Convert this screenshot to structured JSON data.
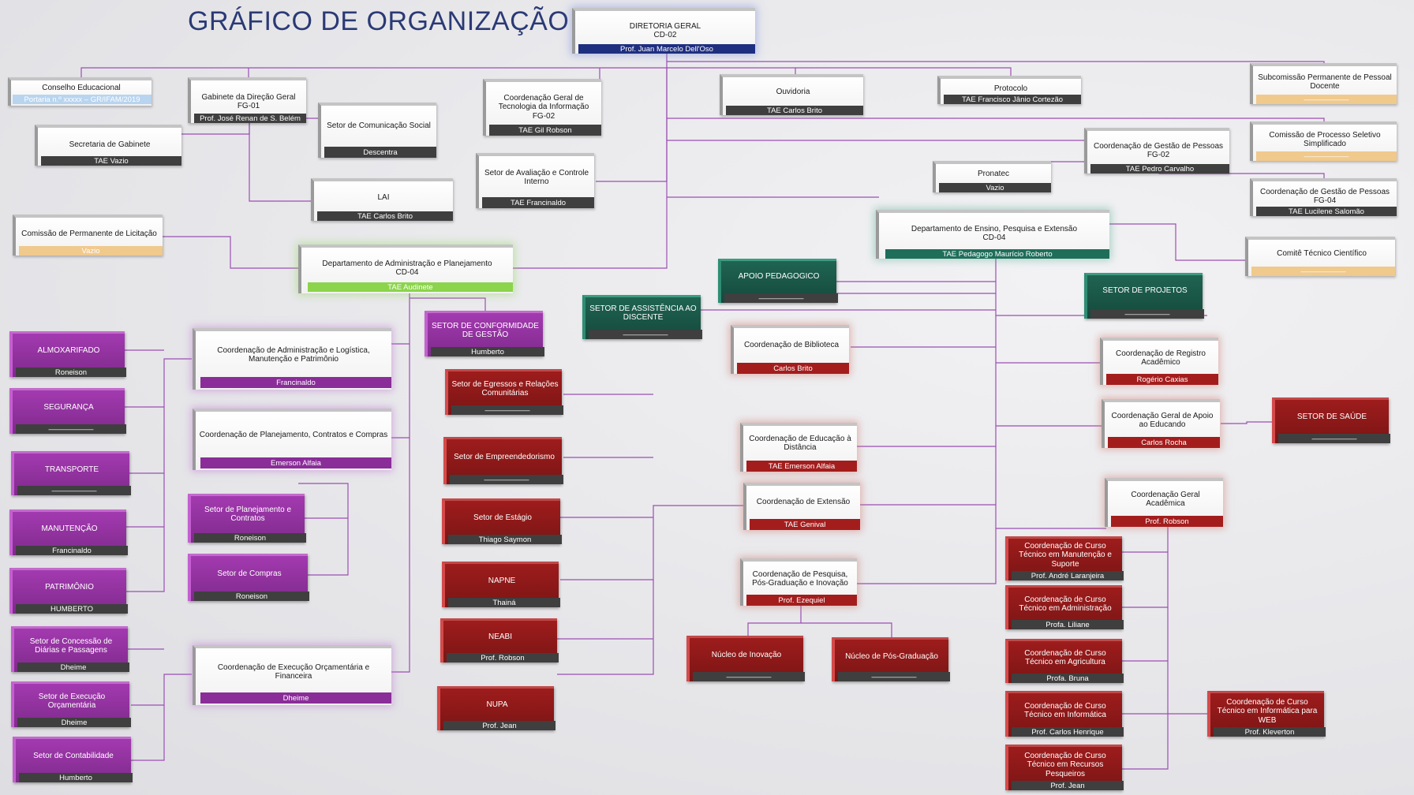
{
  "title": "GRÁFICO DE ORGANIZAÇÃO",
  "colors": {
    "line": "#9b4fb2",
    "purple": "#8a2d99",
    "red": "#8e1a1a",
    "green": "#1f5a4b",
    "navy": "#1f2f80"
  },
  "boxes": {
    "diretoria": {
      "title": "DIRETORIA GERAL",
      "code": "CD-02",
      "person": "Prof. Juan Marcelo Dell'Oso"
    },
    "conselho": {
      "title": "Conselho Educacional",
      "person": "Portaria n.º xxxxx – GR/IFAM/2019"
    },
    "gabinete": {
      "title": "Gabinete da Direção Geral",
      "code": "FG-01",
      "person": "Prof. José Renan de S. Belém"
    },
    "secretaria": {
      "title": "Secretaria de Gabinete",
      "person": "TAE Vazio"
    },
    "comunicacao": {
      "title": "Setor de Comunicação Social",
      "person": "Descentra"
    },
    "lai": {
      "title": "LAI",
      "person": "TAE Carlos Brito"
    },
    "cgti": {
      "title": "Coordenação Geral de Tecnologia da Informação",
      "code": "FG-02",
      "person": "TAE Gil Robson"
    },
    "avaliacao": {
      "title": "Setor de Avaliação e Controle Interno",
      "person": "TAE Francinaldo"
    },
    "ouvidoria": {
      "title": "Ouvidoria",
      "person": "TAE Carlos Brito"
    },
    "protocolo": {
      "title": "Protocolo",
      "person": "TAE Francisco Jânio Cortezão"
    },
    "pronatec": {
      "title": "Pronatec",
      "person": "Vazio"
    },
    "subcomissao": {
      "title": "Subcomissão Permanente de Pessoal Docente",
      "person": "——————"
    },
    "comissao_seletivo": {
      "title": "Comissão de Processo Seletivo Simplificado",
      "person": "——————"
    },
    "cgp": {
      "title": "Coordenação de Gestão de Pessoas",
      "code": "FG-02",
      "person": "TAE Pedro Carvalho"
    },
    "cgp4": {
      "title": "Coordenação de Gestão de Pessoas",
      "code": "FG-04",
      "person": "TAE Lucilene Salomão"
    },
    "comite": {
      "title": "Comitê Técnico Científico",
      "person": "——————"
    },
    "licitacao": {
      "title": "Comissão de Permanente de Licitação",
      "person": "Vazio"
    },
    "dap": {
      "title": "Departamento de Administração e Planejamento",
      "code": "CD-04",
      "person": "TAE Audinete"
    },
    "depe": {
      "title": "Departamento de Ensino, Pesquisa e Extensão",
      "code": "CD-04",
      "person": "TAE Pedagogo Maurício Roberto"
    },
    "almoxarifado": {
      "title": "ALMOXARIFADO",
      "person": "Roneison"
    },
    "seguranca": {
      "title": "SEGURANÇA",
      "person": "——————"
    },
    "transporte": {
      "title": "TRANSPORTE",
      "person": "——————"
    },
    "manutencao": {
      "title": "MANUTENÇÃO",
      "person": "Francinaldo"
    },
    "patrimonio": {
      "title": "PATRIMÔNIO",
      "person": "HUMBERTO"
    },
    "diarias": {
      "title": "Setor de Concessão de Diárias e Passagens",
      "person": "Dheime"
    },
    "exec_orc": {
      "title": "Setor de Execução Orçamentária",
      "person": "Dheime"
    },
    "contabilidade": {
      "title": "Setor de Contabilidade",
      "person": "Humberto"
    },
    "coord_adm": {
      "title": "Coordenação de Administração e Logística, Manutenção e Patrimônio",
      "person": "Francinaldo"
    },
    "coord_plan": {
      "title": "Coordenação de Planejamento, Contratos e Compras",
      "person": "Emerson Alfaia"
    },
    "setor_plan": {
      "title": "Setor de Planejamento e Contratos",
      "person": "Roneison"
    },
    "compras": {
      "title": "Setor de Compras",
      "person": "Roneison"
    },
    "coord_exec": {
      "title": "Coordenação de Execução Orçamentária e Financeira",
      "person": "Dheime"
    },
    "conformidade": {
      "title": "SETOR DE CONFORMIDADE DE GESTÃO",
      "person": "Humberto"
    },
    "egressos": {
      "title": "Setor de Egressos e Relações Comunitárias",
      "person": "——————"
    },
    "empreendedorismo": {
      "title": "Setor de Empreendedorismo",
      "person": "——————"
    },
    "estagio": {
      "title": "Setor de Estágio",
      "person": "Thiago Saymon"
    },
    "napne": {
      "title": "NAPNE",
      "person": "Thainá"
    },
    "neabi": {
      "title": "NEABI",
      "person": "Prof. Robson"
    },
    "nupa": {
      "title": "NUPA",
      "person": "Prof. Jean"
    },
    "assistencia": {
      "title": "SETOR DE ASSISTÊNCIA AO DISCENTE",
      "person": "——————"
    },
    "apoio_ped": {
      "title": "APOIO PEDAGOGICO",
      "person": "——————"
    },
    "biblioteca": {
      "title": "Coordenação de Biblioteca",
      "person": "Carlos Brito"
    },
    "ead": {
      "title": "Coordenação de Educação à Distância",
      "person": "TAE  Emerson Alfaia"
    },
    "extensao": {
      "title": "Coordenação de Extensão",
      "person": "TAE Genival"
    },
    "pesquisa": {
      "title": "Coordenação de Pesquisa, Pós-Graduação e Inovação",
      "person": "Prof. Ezequiel"
    },
    "inovacao": {
      "title": "Núcleo de Inovação",
      "person": "——————"
    },
    "pos": {
      "title": "Núcleo de Pós-Graduação",
      "person": "——————"
    },
    "projetos": {
      "title": "SETOR DE PROJETOS",
      "person": "——————"
    },
    "registro": {
      "title": "Coordenação de Registro Acadêmico",
      "person": "Rogério Caxias"
    },
    "apoio_educando": {
      "title": "Coordenação Geral de Apoio ao Educando",
      "person": "Carlos Rocha"
    },
    "saude": {
      "title": "SETOR DE SAÚDE",
      "person": "——————"
    },
    "academica": {
      "title": "Coordenação Geral Acadêmica",
      "person": "Prof. Robson"
    },
    "curso_manut": {
      "title": "Coordenação de Curso Técnico em Manutenção e Suporte",
      "person": "Prof. André Laranjeira"
    },
    "curso_adm": {
      "title": "Coordenação de Curso Técnico em Administração",
      "person": "Profa. Liliane"
    },
    "curso_agri": {
      "title": "Coordenação de Curso Técnico em Agricultura",
      "person": "Profa. Bruna"
    },
    "curso_info": {
      "title": "Coordenação de Curso Técnico em Informática",
      "person": "Prof. Carlos Henrique"
    },
    "curso_rec": {
      "title": "Coordenação de Curso Técnico em Recursos Pesqueiros",
      "person": "Prof. Jean"
    },
    "curso_web": {
      "title": "Coordenação de Curso Técnico em Informática para WEB",
      "person": "Prof. Kleverton"
    }
  }
}
